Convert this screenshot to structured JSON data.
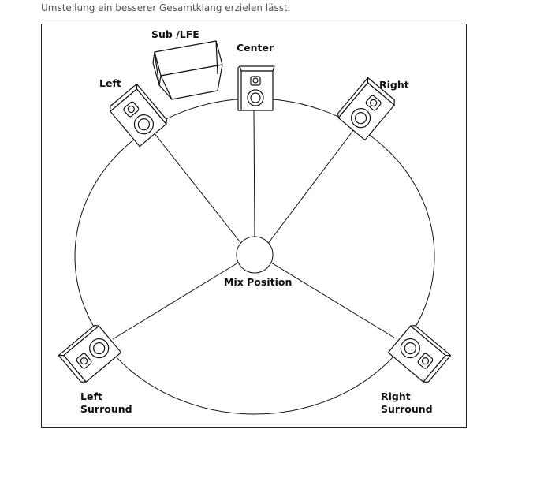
{
  "intro_text": "Umstellung ein besserer Gesamtklang erzielen lässt.",
  "diagram": {
    "labels": {
      "sub": "Sub /LFE",
      "center": "Center",
      "left": "Left",
      "right": "Right",
      "mix": "Mix Position",
      "left_surround_1": "Left",
      "left_surround_2": "Surround",
      "right_surround_1": "Right",
      "right_surround_2": "Surround"
    },
    "colors": {
      "line": "#111111",
      "background": "#ffffff"
    }
  }
}
